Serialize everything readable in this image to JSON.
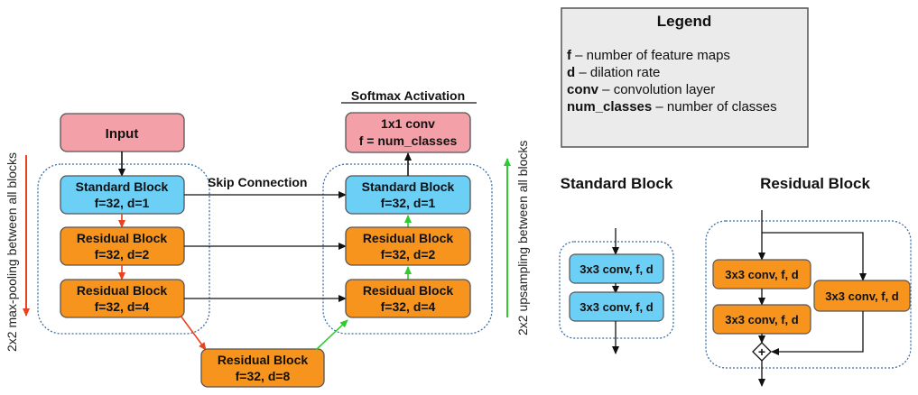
{
  "legend": {
    "title": "Legend",
    "items": [
      {
        "key": "f",
        "desc": " – number of feature maps"
      },
      {
        "key": "d",
        "desc": " – dilation rate"
      },
      {
        "key": "conv",
        "desc": " – convolution layer"
      },
      {
        "key": "num_classes",
        "desc": " – number of classes"
      }
    ]
  },
  "left_label": "2x2 max-pooling between all blocks",
  "right_label": "2x2 upsampling between all blocks",
  "skip_label": "Skip Connection",
  "softmax_label": "Softmax Activation",
  "input": {
    "label": "Input"
  },
  "output": {
    "line1": "1x1 conv",
    "line2": "f = num_classes"
  },
  "encoder": [
    {
      "name": "Standard Block",
      "params": "f=32, d=1"
    },
    {
      "name": "Residual Block",
      "params": "f=32, d=2"
    },
    {
      "name": "Residual Block",
      "params": "f=32, d=4"
    }
  ],
  "bottleneck": {
    "name": "Residual Block",
    "params": "f=32, d=8"
  },
  "decoder": [
    {
      "name": "Standard Block",
      "params": "f=32, d=1"
    },
    {
      "name": "Residual Block",
      "params": "f=32, d=2"
    },
    {
      "name": "Residual Block",
      "params": "f=32, d=4"
    }
  ],
  "standard_detail": {
    "title": "Standard Block",
    "convs": [
      "3x3 conv, f, d",
      "3x3 conv, f, d"
    ]
  },
  "residual_detail": {
    "title": "Residual Block",
    "convs": [
      "3x3 conv, f, d",
      "3x3 conv, f, d"
    ],
    "shortcut": "3x3 conv, f, d",
    "add_symbol": "+"
  },
  "colors": {
    "blue": "#6ccff6",
    "orange": "#f7941d",
    "pink": "#f4a0a8",
    "red_arrow": "#e8431f",
    "green_arrow": "#2ecc2e",
    "legend_bg": "#ebebeb",
    "dotted": "#3b6ea5"
  }
}
